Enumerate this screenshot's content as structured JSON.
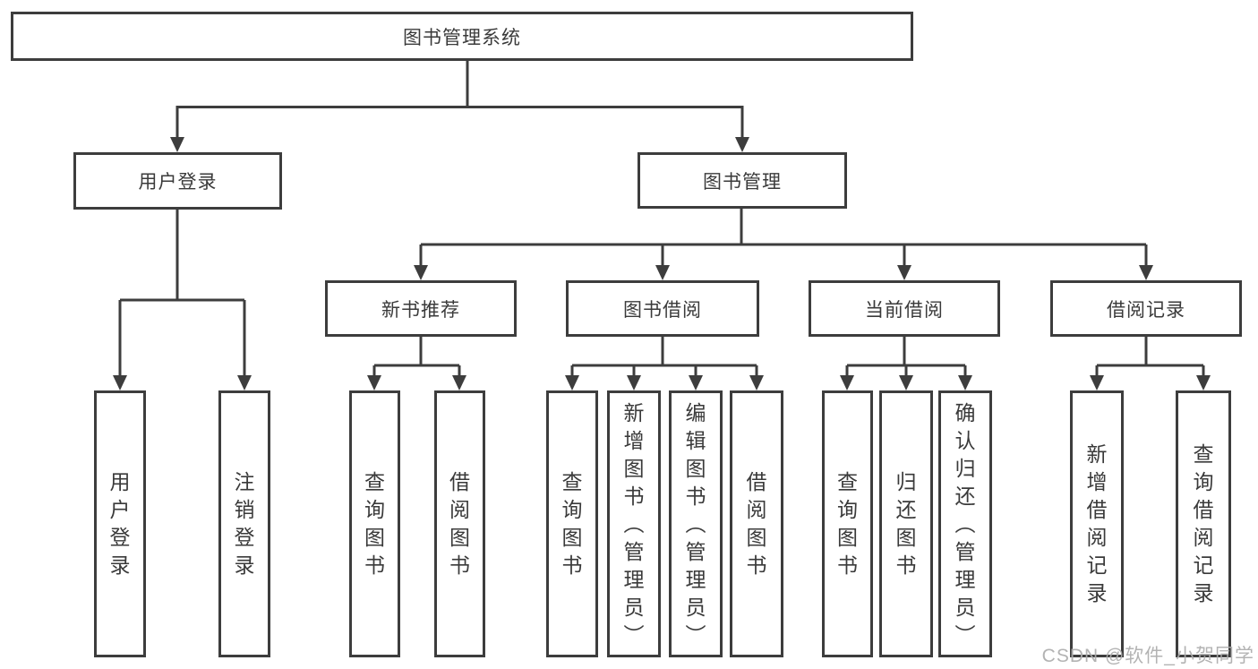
{
  "diagram_type": "hierarchy-tree",
  "colors": {
    "line": "#3d3d3d",
    "box_border": "#3d3d3d",
    "text": "#3a3a3a",
    "background": "#ffffff",
    "watermark": "#acacac"
  },
  "tree": {
    "root": {
      "label": "图书管理系统",
      "children": [
        {
          "label": "用户登录",
          "children": [
            {
              "label": "用户登录"
            },
            {
              "label": "注销登录"
            }
          ]
        },
        {
          "label": "图书管理",
          "children": [
            {
              "label": "新书推荐",
              "children": [
                {
                  "label": "查询图书"
                },
                {
                  "label": "借阅图书"
                }
              ]
            },
            {
              "label": "图书借阅",
              "children": [
                {
                  "label": "查询图书"
                },
                {
                  "label": "新增图书（管理员）"
                },
                {
                  "label": "编辑图书（管理员）"
                },
                {
                  "label": "借阅图书"
                }
              ]
            },
            {
              "label": "当前借阅",
              "children": [
                {
                  "label": "查询图书"
                },
                {
                  "label": "归还图书"
                },
                {
                  "label": "确认归还（管理员）"
                }
              ]
            },
            {
              "label": "借阅记录",
              "children": [
                {
                  "label": "新增借阅记录"
                },
                {
                  "label": "查询借阅记录"
                }
              ]
            }
          ]
        }
      ]
    }
  },
  "watermark": {
    "text": "CSDN @软件_小贺同学"
  }
}
